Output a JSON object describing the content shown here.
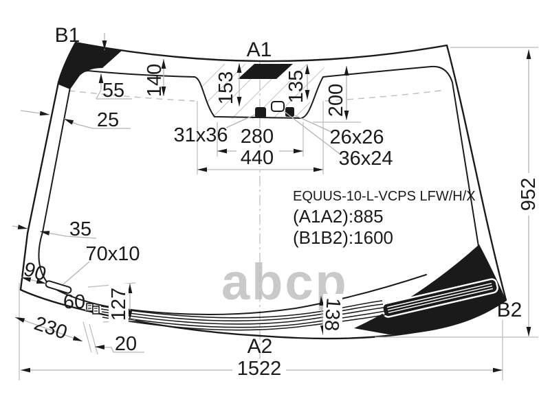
{
  "watermark": {
    "text": "abcp"
  },
  "part_info": {
    "code": "EQUUS-10-L-VCPS LFW/H/X",
    "a1a2": "(A1A2):885",
    "b1b2": "(B1B2):1600"
  },
  "corner_labels": {
    "top_left": "B1",
    "top_center": "A1",
    "bottom_center": "A2",
    "bottom_right": "B2"
  },
  "dims": {
    "top_band_height": "55",
    "pillar_band_width": "25",
    "shade_band_height": "140",
    "recess_left_drop": "153",
    "recess_right_drop": "135",
    "recess_depth": "200",
    "left_sensor_size": "31x36",
    "right_sensor_size": "26x26",
    "mirror_mount_size": "36x24",
    "sensor_span": "280",
    "recess_width": "440",
    "glass_height": "952",
    "lower_band_width": "35",
    "slot_size": "70x10",
    "slot_edge_offset": "90",
    "connector_offset": "60",
    "corner_offset": "230",
    "connector_gap": "20",
    "wiper_zone_left_height": "127",
    "wiper_zone_right_height": "138",
    "glass_width": "1522"
  },
  "colors": {
    "drawing_line": "#1a1a1a",
    "dimension_line": "#b3b3b3",
    "watermark": "#c9c9c9",
    "background": "#ffffff"
  }
}
